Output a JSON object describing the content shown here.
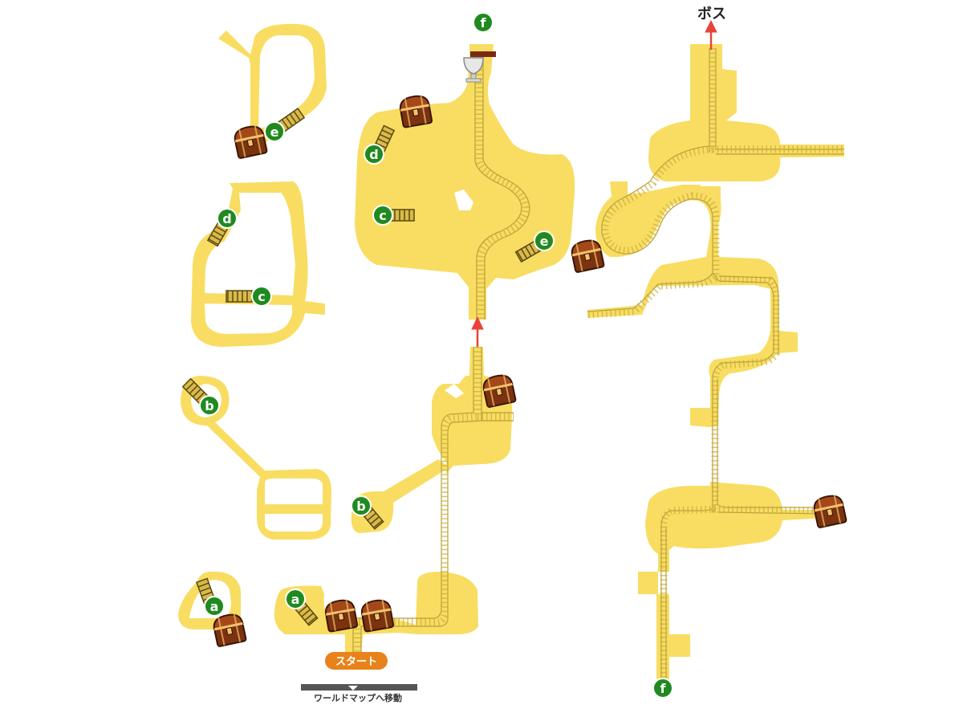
{
  "colors": {
    "floor": "#f8dd62",
    "rail": "#b9a13a",
    "marker": "#1f8a1f",
    "arrow": "#e8443a",
    "start_button": "#e8831b",
    "exit_bar": "#555555",
    "chest": "#8b3a12"
  },
  "labels": {
    "boss": "ボス",
    "start": "スタート",
    "world_map": "ワールドマップへ移動"
  },
  "markers": {
    "a1": "a",
    "a2": "a",
    "b1": "b",
    "b2": "b",
    "c1": "c",
    "c2": "c",
    "d1": "d",
    "d2": "d",
    "e1": "e",
    "e2": "e",
    "f1": "f",
    "f2": "f"
  },
  "icons": [
    "treasure-chest-icon",
    "ladder-icon",
    "trophy-icon",
    "red-arrow-icon"
  ]
}
